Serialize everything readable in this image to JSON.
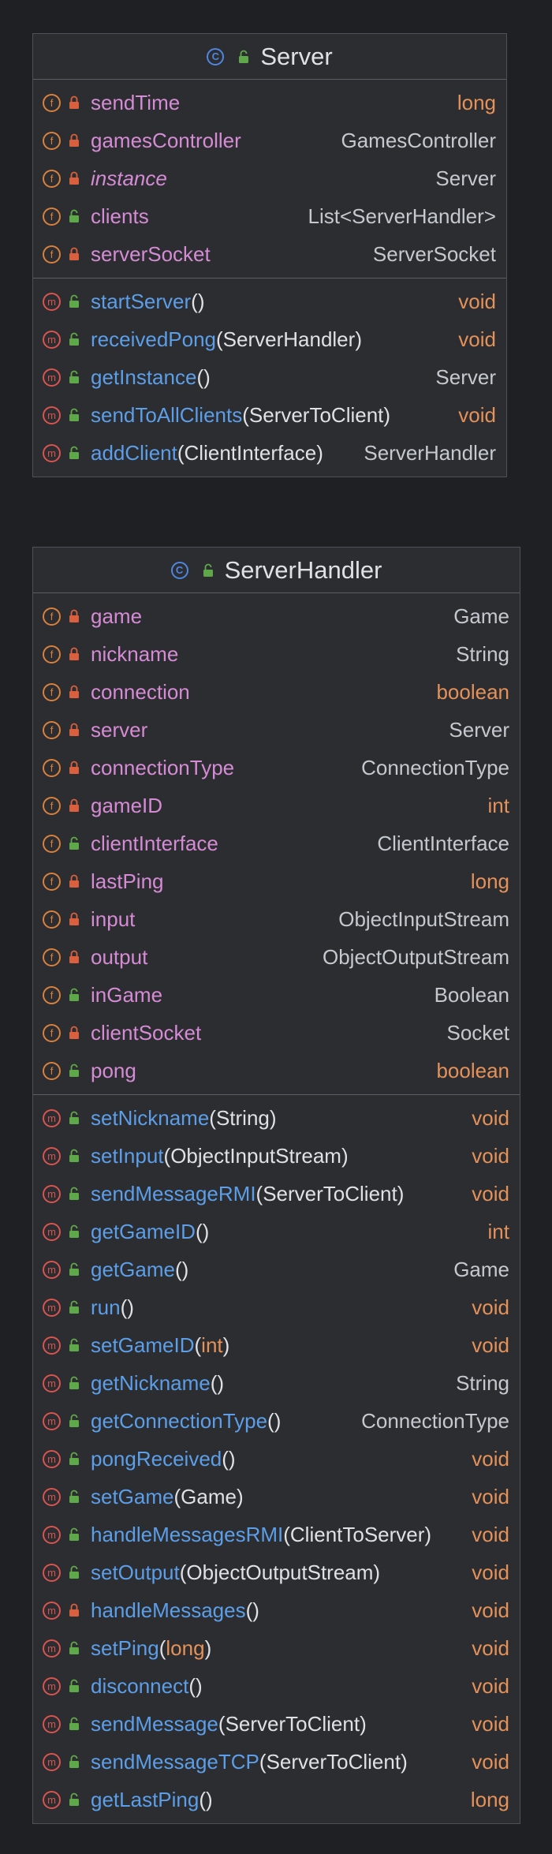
{
  "classes": [
    {
      "name": "Server",
      "class_icon_glyph": "C",
      "fields": [
        {
          "name": "sendTime",
          "type": "long",
          "primitive": true,
          "visibility": "private"
        },
        {
          "name": "gamesController",
          "type": "GamesController",
          "primitive": false,
          "visibility": "private"
        },
        {
          "name": "instance",
          "type": "Server",
          "primitive": false,
          "visibility": "private",
          "italic": true
        },
        {
          "name": "clients",
          "type": "List<ServerHandler>",
          "primitive": false,
          "visibility": "public"
        },
        {
          "name": "serverSocket",
          "type": "ServerSocket",
          "primitive": false,
          "visibility": "private"
        }
      ],
      "methods": [
        {
          "name": "startServer",
          "param": "",
          "param_primitive": false,
          "type": "void",
          "primitive": true,
          "visibility": "public"
        },
        {
          "name": "receivedPong",
          "param": "ServerHandler",
          "param_primitive": false,
          "type": "void",
          "primitive": true,
          "visibility": "public"
        },
        {
          "name": "getInstance",
          "param": "",
          "param_primitive": false,
          "type": "Server",
          "primitive": false,
          "visibility": "public"
        },
        {
          "name": "sendToAllClients",
          "param": "ServerToClient",
          "param_primitive": false,
          "type": "void",
          "primitive": true,
          "visibility": "public"
        },
        {
          "name": "addClient",
          "param": "ClientInterface",
          "param_primitive": false,
          "type": "ServerHandler",
          "primitive": false,
          "visibility": "public"
        }
      ]
    },
    {
      "name": "ServerHandler",
      "class_icon_glyph": "C",
      "fields": [
        {
          "name": "game",
          "type": "Game",
          "primitive": false,
          "visibility": "private"
        },
        {
          "name": "nickname",
          "type": "String",
          "primitive": false,
          "visibility": "private"
        },
        {
          "name": "connection",
          "type": "boolean",
          "primitive": true,
          "visibility": "private"
        },
        {
          "name": "server",
          "type": "Server",
          "primitive": false,
          "visibility": "private"
        },
        {
          "name": "connectionType",
          "type": "ConnectionType",
          "primitive": false,
          "visibility": "private"
        },
        {
          "name": "gameID",
          "type": "int",
          "primitive": true,
          "visibility": "private"
        },
        {
          "name": "clientInterface",
          "type": "ClientInterface",
          "primitive": false,
          "visibility": "public"
        },
        {
          "name": "lastPing",
          "type": "long",
          "primitive": true,
          "visibility": "private"
        },
        {
          "name": "input",
          "type": "ObjectInputStream",
          "primitive": false,
          "visibility": "private"
        },
        {
          "name": "output",
          "type": "ObjectOutputStream",
          "primitive": false,
          "visibility": "private"
        },
        {
          "name": "inGame",
          "type": "Boolean",
          "primitive": false,
          "visibility": "public"
        },
        {
          "name": "clientSocket",
          "type": "Socket",
          "primitive": false,
          "visibility": "private"
        },
        {
          "name": "pong",
          "type": "boolean",
          "primitive": true,
          "visibility": "public"
        }
      ],
      "methods": [
        {
          "name": "setNickname",
          "param": "String",
          "param_primitive": false,
          "type": "void",
          "primitive": true,
          "visibility": "public"
        },
        {
          "name": "setInput",
          "param": "ObjectInputStream",
          "param_primitive": false,
          "type": "void",
          "primitive": true,
          "visibility": "public"
        },
        {
          "name": "sendMessageRMI",
          "param": "ServerToClient",
          "param_primitive": false,
          "type": "void",
          "primitive": true,
          "visibility": "public"
        },
        {
          "name": "getGameID",
          "param": "",
          "param_primitive": false,
          "type": "int",
          "primitive": true,
          "visibility": "public"
        },
        {
          "name": "getGame",
          "param": "",
          "param_primitive": false,
          "type": "Game",
          "primitive": false,
          "visibility": "public"
        },
        {
          "name": "run",
          "param": "",
          "param_primitive": false,
          "type": "void",
          "primitive": true,
          "visibility": "public"
        },
        {
          "name": "setGameID",
          "param": "int",
          "param_primitive": true,
          "type": "void",
          "primitive": true,
          "visibility": "public"
        },
        {
          "name": "getNickname",
          "param": "",
          "param_primitive": false,
          "type": "String",
          "primitive": false,
          "visibility": "public"
        },
        {
          "name": "getConnectionType",
          "param": "",
          "param_primitive": false,
          "type": "ConnectionType",
          "primitive": false,
          "visibility": "public"
        },
        {
          "name": "pongReceived",
          "param": "",
          "param_primitive": false,
          "type": "void",
          "primitive": true,
          "visibility": "public"
        },
        {
          "name": "setGame",
          "param": "Game",
          "param_primitive": false,
          "type": "void",
          "primitive": true,
          "visibility": "public"
        },
        {
          "name": "handleMessagesRMI",
          "param": "ClientToServer",
          "param_primitive": false,
          "type": "void",
          "primitive": true,
          "visibility": "public"
        },
        {
          "name": "setOutput",
          "param": "ObjectOutputStream",
          "param_primitive": false,
          "type": "void",
          "primitive": true,
          "visibility": "public"
        },
        {
          "name": "handleMessages",
          "param": "",
          "param_primitive": false,
          "type": "void",
          "primitive": true,
          "visibility": "private"
        },
        {
          "name": "setPing",
          "param": "long",
          "param_primitive": true,
          "type": "void",
          "primitive": true,
          "visibility": "public"
        },
        {
          "name": "disconnect",
          "param": "",
          "param_primitive": false,
          "type": "void",
          "primitive": true,
          "visibility": "public"
        },
        {
          "name": "sendMessage",
          "param": "ServerToClient",
          "param_primitive": false,
          "type": "void",
          "primitive": true,
          "visibility": "public"
        },
        {
          "name": "sendMessageTCP",
          "param": "ServerToClient",
          "param_primitive": false,
          "type": "void",
          "primitive": true,
          "visibility": "public"
        },
        {
          "name": "getLastPing",
          "param": "",
          "param_primitive": false,
          "type": "long",
          "primitive": true,
          "visibility": "public"
        }
      ]
    }
  ],
  "icons": {
    "field_glyph": "f",
    "method_glyph": "m",
    "lock_private_color": "#d9603e",
    "lock_public_color": "#5fa84a"
  }
}
